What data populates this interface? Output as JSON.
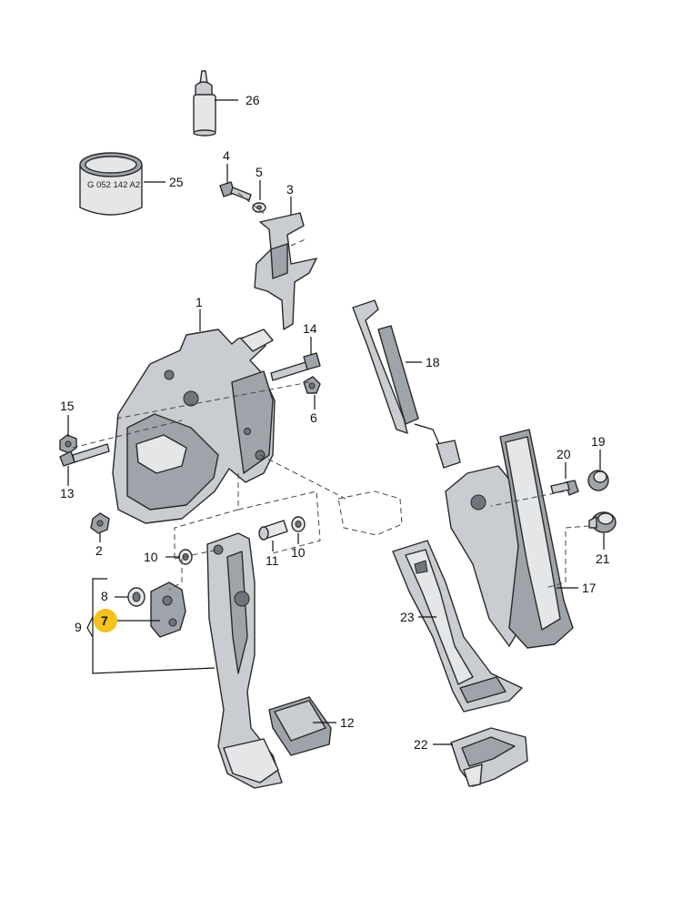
{
  "diagram": {
    "highlight_color": "#f5c21b",
    "bottle_label": "G 052 142 A2",
    "callouts": {
      "p1": "1",
      "p2": "2",
      "p3": "3",
      "p4": "4",
      "p5": "5",
      "p6": "6",
      "p7": "7",
      "p8": "8",
      "p9": "9",
      "p10a": "10",
      "p10b": "10",
      "p11": "11",
      "p12": "12",
      "p13": "13",
      "p14": "14",
      "p15": "15",
      "p17": "17",
      "p18": "18",
      "p19": "19",
      "p20": "20",
      "p21": "21",
      "p22": "22",
      "p23": "23",
      "p25": "25",
      "p26": "26"
    }
  }
}
